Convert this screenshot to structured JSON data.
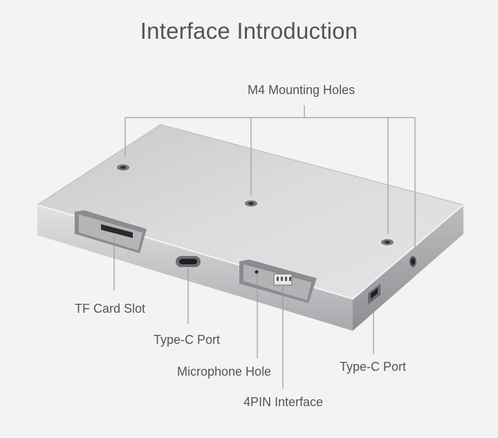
{
  "title": "Interface Introduction",
  "labels": {
    "mounting_holes": "M4 Mounting Holes",
    "tf_card_slot": "TF Card Slot",
    "type_c_port_front": "Type-C Port",
    "microphone_hole": "Microphone Hole",
    "pin_interface": "4PIN Interface",
    "type_c_port_side": "Type-C Port"
  },
  "colors": {
    "background": "#f3f3f3",
    "text": "#555555",
    "leader_line": "#9a9a9a"
  }
}
